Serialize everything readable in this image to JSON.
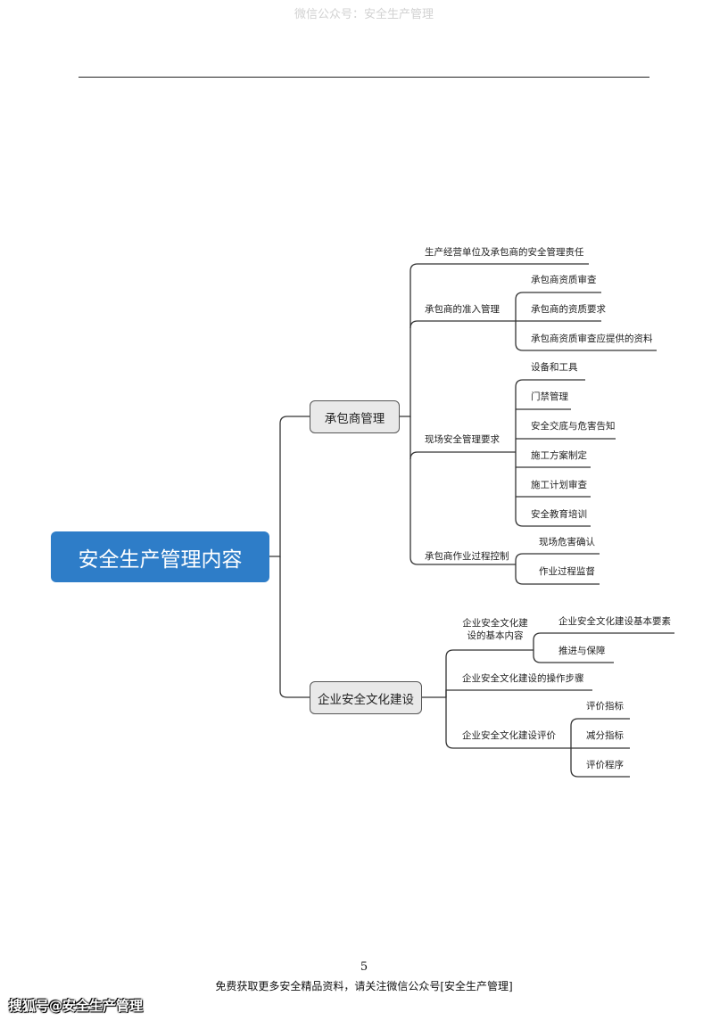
{
  "page": {
    "header": "微信公众号：安全生产管理",
    "page_number": "5",
    "footer": "免费获取更多安全精品资料，请关注微信公众号[安全生产管理]",
    "source_label": "搜狐号@安全生产管理"
  },
  "diagram": {
    "root": "安全生产管理内容",
    "branches": {
      "contractor": {
        "label": "承包商管理",
        "item_responsibility": "生产经营单位及承包商的安全管理责任",
        "access": {
          "label": "承包商的准入管理",
          "items": [
            "承包商资质审查",
            "承包商的资质要求",
            "承包商资质审查应提供的资料"
          ]
        },
        "onsite": {
          "label": "现场安全管理要求",
          "items": [
            "设备和工具",
            "门禁管理",
            "安全交底与危害告知",
            "施工方案制定",
            "施工计划审查",
            "安全教育培训"
          ]
        },
        "process": {
          "label": "承包商作业过程控制",
          "items": [
            "现场危害确认",
            "作业过程监督"
          ]
        }
      },
      "culture": {
        "label": "企业安全文化建设",
        "basics": {
          "label": "企业安全文化建设的基本内容",
          "items": [
            "企业安全文化建设基本要素",
            "推进与保障"
          ]
        },
        "steps": "企业安全文化建设的操作步骤",
        "evaluation": {
          "label": "企业安全文化建设评价",
          "items": [
            "评价指标",
            "减分指标",
            "评价程序"
          ]
        }
      }
    }
  },
  "colors": {
    "root_fill": "#2e7dc8",
    "branch_fill": "#e9e9e9",
    "line": "#333333"
  }
}
